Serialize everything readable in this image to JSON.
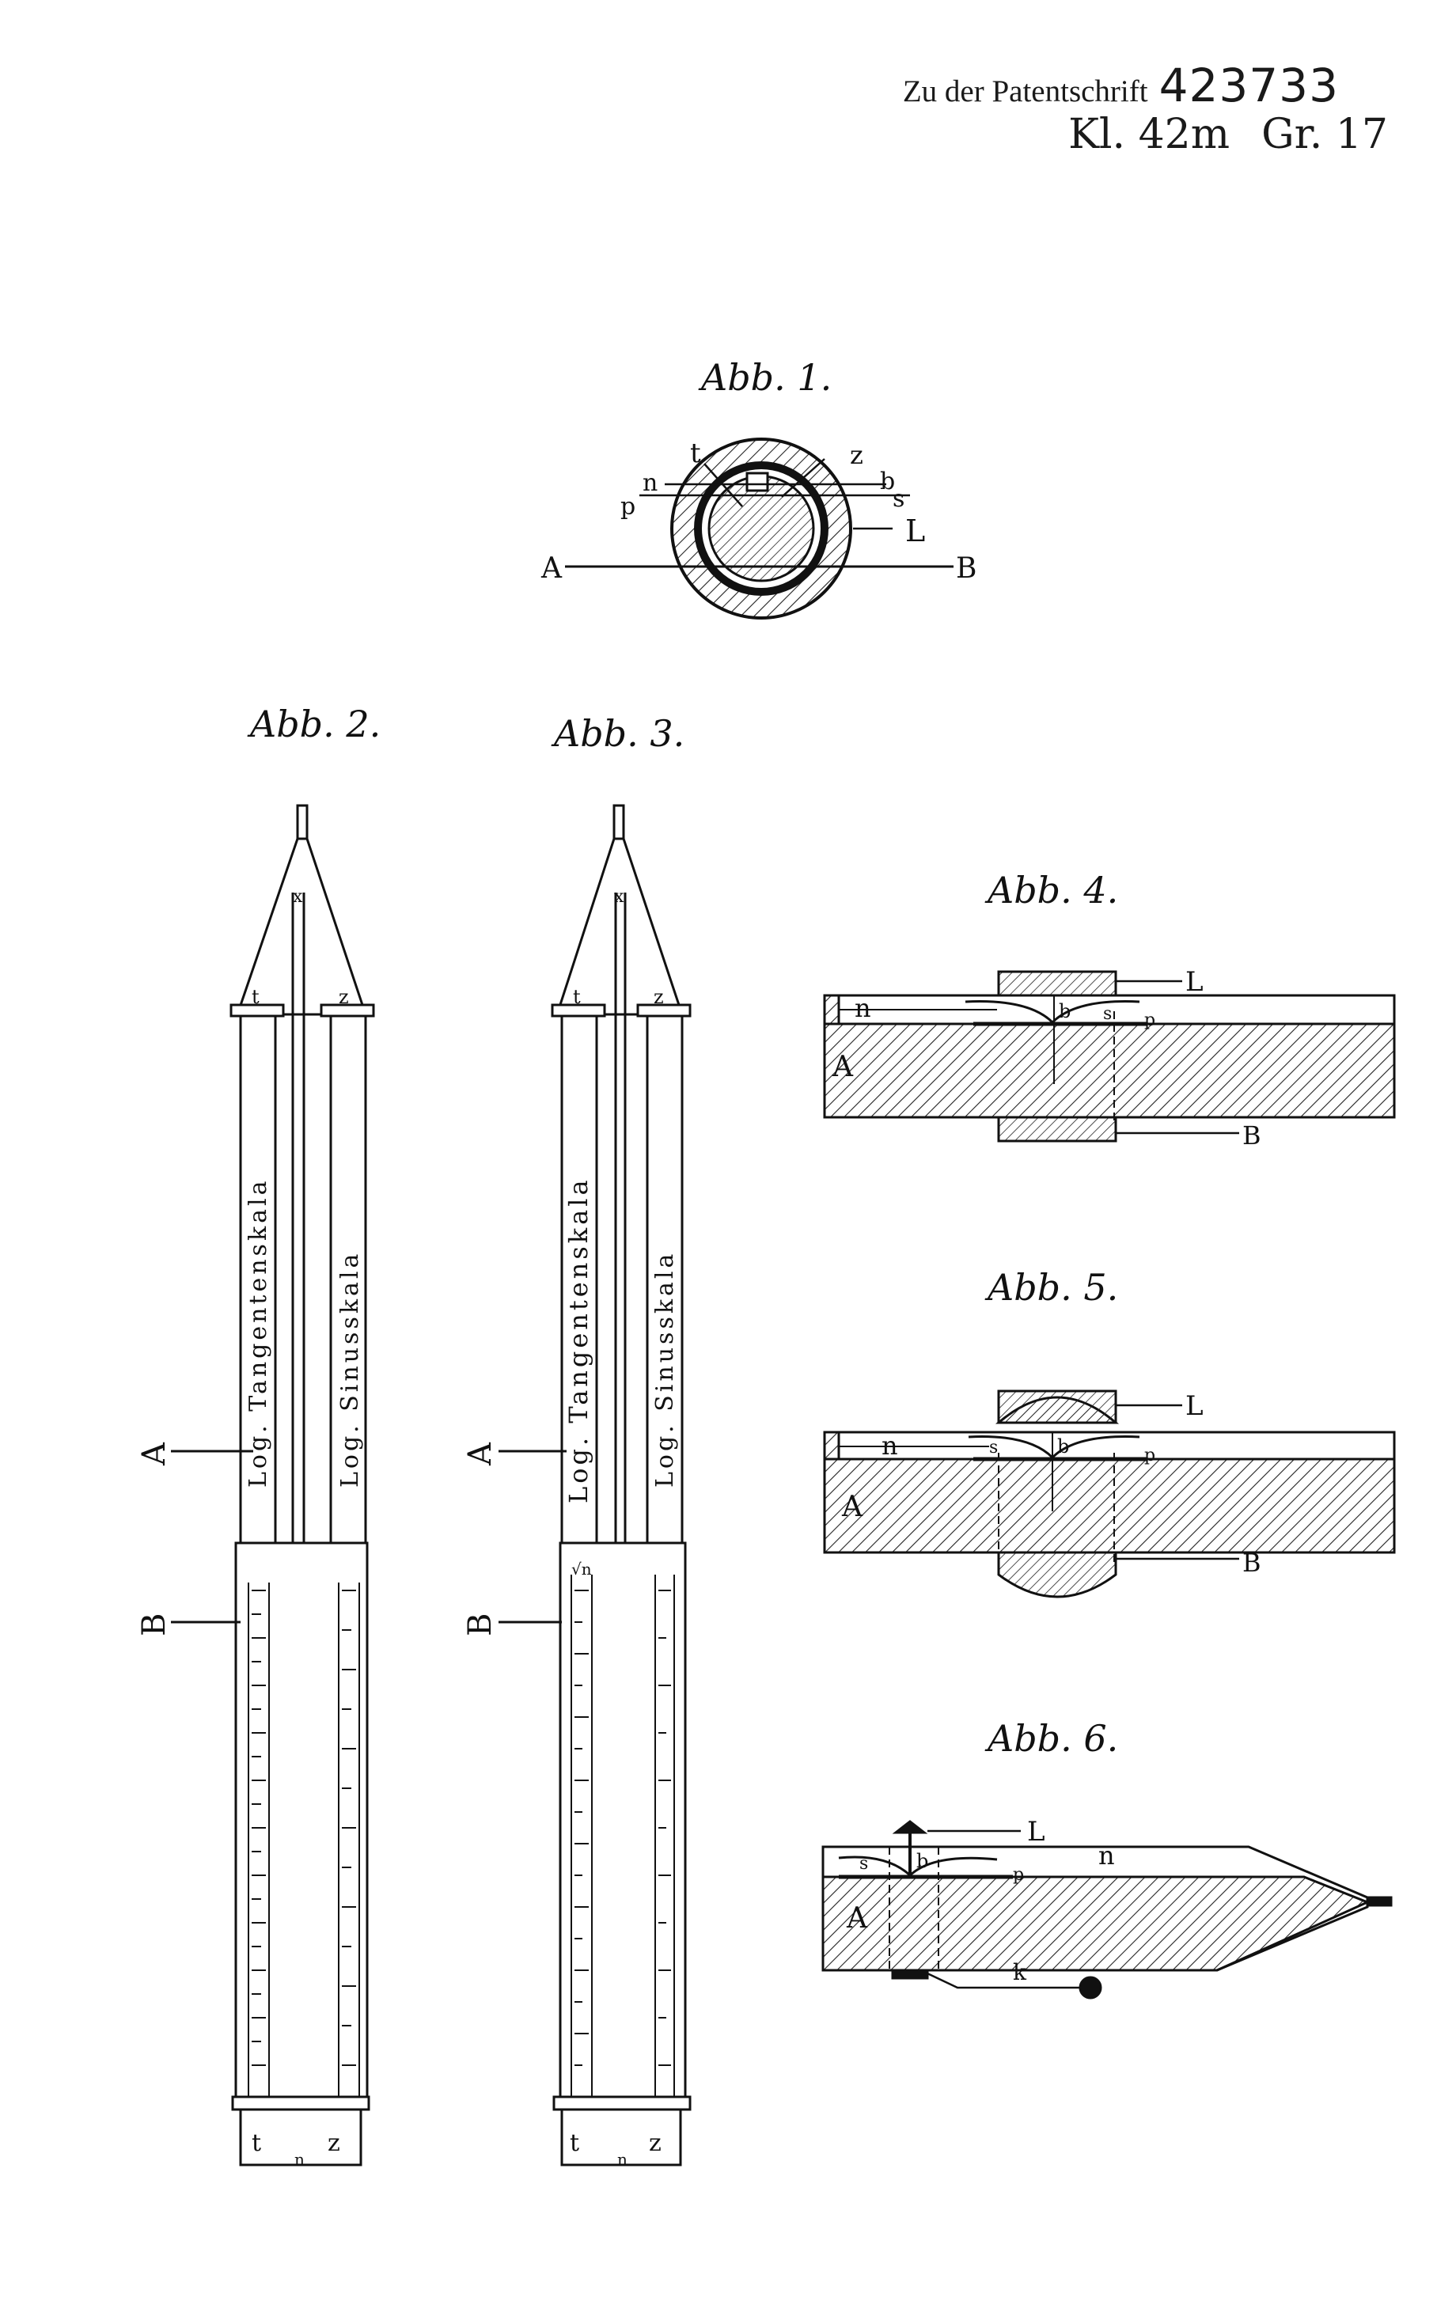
{
  "header": {
    "prefix": "Zu der Patentschrift",
    "patent_number": "423733",
    "klasse": "Kl. 42m",
    "gruppe": "Gr. 17"
  },
  "figures": {
    "fig1": {
      "caption": "Abb. 1.",
      "labels": {
        "t": "t",
        "z": "z",
        "n": "n",
        "b": "b",
        "s": "s",
        "p": "p",
        "L": "L",
        "A": "A",
        "B": "B"
      }
    },
    "fig2": {
      "caption": "Abb. 2.",
      "scale_left": "Log. Tangentenskala",
      "scale_right": "Log. Sinusskala",
      "labels": {
        "A": "A",
        "B": "B",
        "t": "t",
        "z": "z",
        "x": "x",
        "n": "n"
      }
    },
    "fig3": {
      "caption": "Abb. 3.",
      "scale_left": "Log. Tangentenskala",
      "scale_right": "Log. Sinusskala",
      "labels": {
        "A": "A",
        "B": "B",
        "t": "t",
        "z": "z",
        "x": "x",
        "n": "n",
        "root": "√n"
      }
    },
    "fig4": {
      "caption": "Abb. 4.",
      "labels": {
        "L": "L",
        "n": "n",
        "b": "b",
        "s": "s",
        "p": "p",
        "A": "A",
        "B": "B"
      }
    },
    "fig5": {
      "caption": "Abb. 5.",
      "labels": {
        "L": "L",
        "n": "n",
        "s": "s",
        "b": "b",
        "p": "p",
        "A": "A",
        "B": "B"
      }
    },
    "fig6": {
      "caption": "Abb. 6.",
      "labels": {
        "L": "L",
        "s": "s",
        "b": "b",
        "p": "p",
        "n": "n",
        "A": "A",
        "k": "k"
      }
    }
  }
}
